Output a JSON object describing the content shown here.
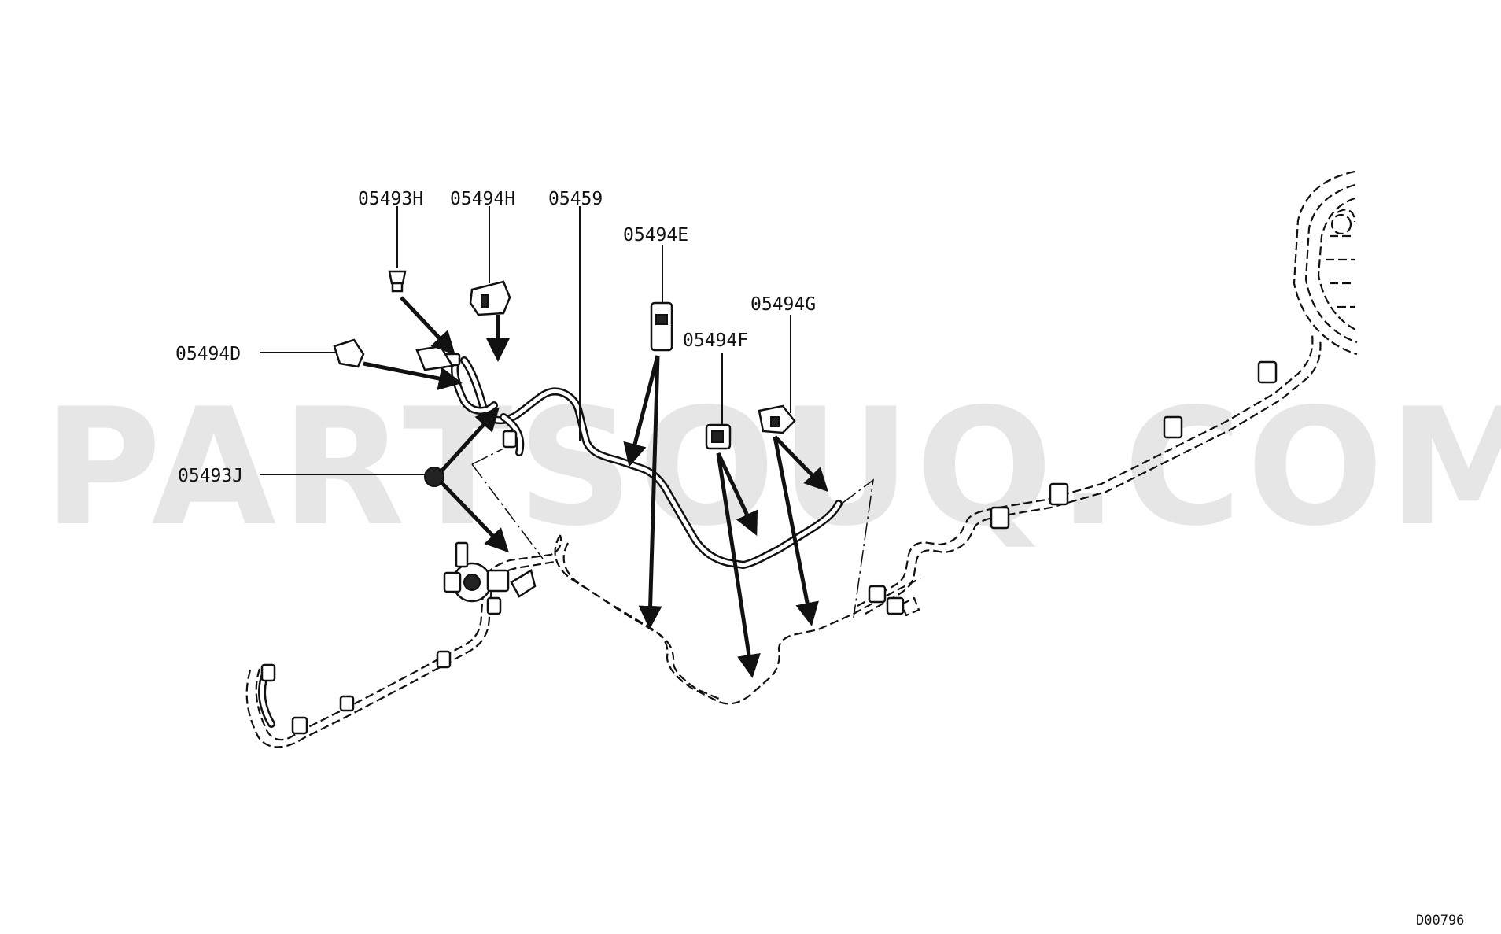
{
  "watermark": {
    "text": "PARTSOUQ.COM"
  },
  "callouts": [
    {
      "id": "c1",
      "label": "05493H"
    },
    {
      "id": "c2",
      "label": "05494H"
    },
    {
      "id": "c3",
      "label": "05459"
    },
    {
      "id": "c4",
      "label": "05494E"
    },
    {
      "id": "c5",
      "label": "05494G"
    },
    {
      "id": "c6",
      "label": "05494F"
    },
    {
      "id": "c7",
      "label": "05494D"
    },
    {
      "id": "c8",
      "label": "05493J"
    }
  ],
  "diagram_code": "D00796",
  "colors": {
    "line": "#111111",
    "watermark": "#e6e6e6",
    "background": "#ffffff"
  }
}
